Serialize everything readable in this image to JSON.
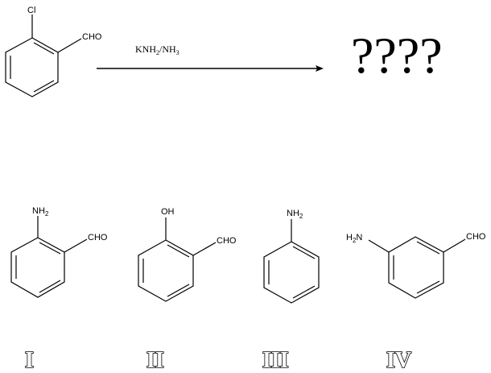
{
  "reaction": {
    "reactant": {
      "name": "2-chlorobenzaldehyde",
      "substituents": {
        "top": "Cl",
        "right": "CHO"
      }
    },
    "reagent": {
      "main": "KNH",
      "sub1": "2",
      "sep": "/NH",
      "sub2": "3"
    },
    "product": "????"
  },
  "options": [
    {
      "label": "I",
      "name": "2-aminobenzaldehyde",
      "substituent_top": "NH",
      "substituent_top_sub": "2",
      "substituent_right": "CHO"
    },
    {
      "label": "II",
      "name": "2-hydroxybenzaldehyde",
      "substituent_top": "OH",
      "substituent_right": "CHO"
    },
    {
      "label": "III",
      "name": "aniline",
      "substituent_top": "NH",
      "substituent_top_sub": "2"
    },
    {
      "label": "IV",
      "name": "3-aminobenzaldehyde",
      "substituent_left_pre": "H",
      "substituent_left_sub": "2",
      "substituent_left_post": "N",
      "substituent_right": "CHO"
    }
  ]
}
